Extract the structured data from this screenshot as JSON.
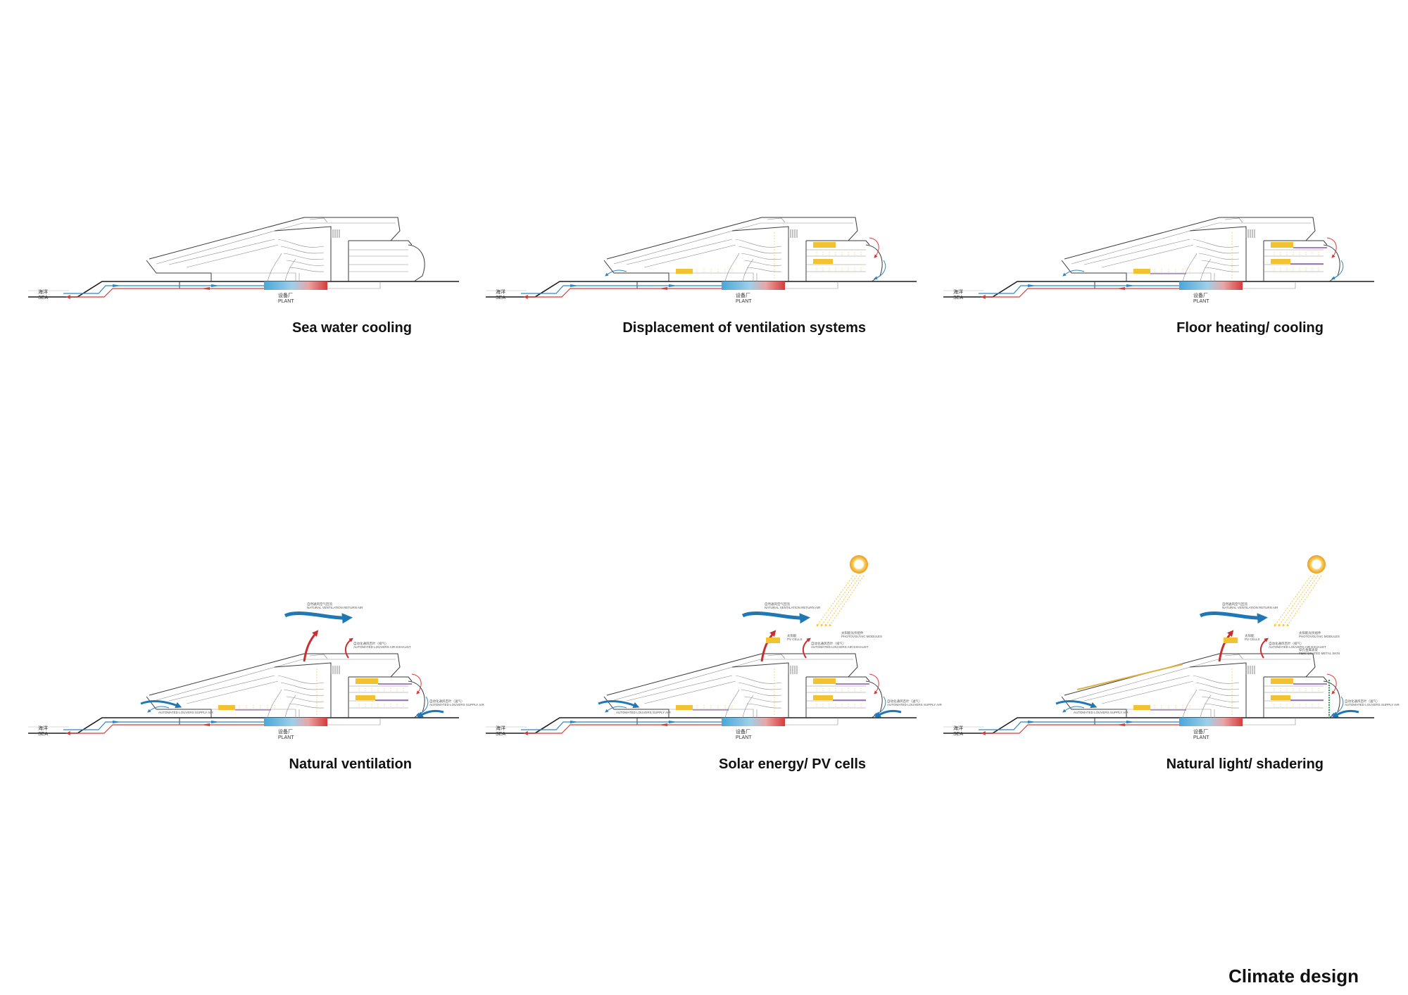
{
  "page_title": "Climate design",
  "colors": {
    "cool": "#2a86c8",
    "warm": "#d63b3b",
    "pv": "#f2c230",
    "sun": "#f0a81e",
    "ink": "#1a1a1a"
  },
  "labels": {
    "sea_cn": "海洋",
    "sea_en": "SEA",
    "plant_cn": "设备厂",
    "plant_en": "PLANT",
    "nv_return_cn": "自然通风空气回流",
    "nv_return_en": "NATURAL VENTILATION RETURN AIR",
    "louver_exhaust_cn": "自动化通风百叶（排气）",
    "louver_exhaust_en": "AUTOMATED LOUVERS AIR EXHAUST",
    "louver_supply_left_en": "AUTOMATED LOUVERS SUPPLY AIR",
    "louver_supply_right_cn": "自动化通风百叶（送气）",
    "louver_supply_right_en": "AUTOMATED LOUVERS SUPPLY AIR",
    "pv_cn": "太阳能",
    "pv_en": "PV CELLS",
    "pv_modules_cn": "太阳能光伏组件",
    "pv_modules_en": "PHOTOVOLTAIC MODULES",
    "metal_skin_cn": "穿孔金属表皮",
    "metal_skin_en": "PERFORATED METAL SKIN"
  },
  "panels": [
    {
      "id": "sea-water-cooling",
      "caption": "Sea water cooling",
      "sun": false,
      "ventilation": false,
      "interior_air": false,
      "floor": false,
      "pv": false,
      "shading": false
    },
    {
      "id": "displacement-ventilation",
      "caption": "Displacement of ventilation systems",
      "sun": false,
      "ventilation": false,
      "interior_air": true,
      "floor": false,
      "pv": false,
      "shading": false
    },
    {
      "id": "floor-heating-cooling",
      "caption": "Floor heating/ cooling",
      "sun": false,
      "ventilation": false,
      "interior_air": true,
      "floor": true,
      "pv": false,
      "shading": false
    },
    {
      "id": "natural-ventilation",
      "caption": "Natural ventilation",
      "sun": false,
      "ventilation": true,
      "interior_air": true,
      "floor": true,
      "pv": false,
      "shading": false
    },
    {
      "id": "solar-energy",
      "caption": "Solar energy/ PV cells",
      "sun": true,
      "ventilation": true,
      "interior_air": true,
      "floor": true,
      "pv": true,
      "shading": false
    },
    {
      "id": "natural-light",
      "caption": "Natural light/ shadering",
      "sun": true,
      "ventilation": true,
      "interior_air": true,
      "floor": true,
      "pv": true,
      "shading": true
    }
  ]
}
